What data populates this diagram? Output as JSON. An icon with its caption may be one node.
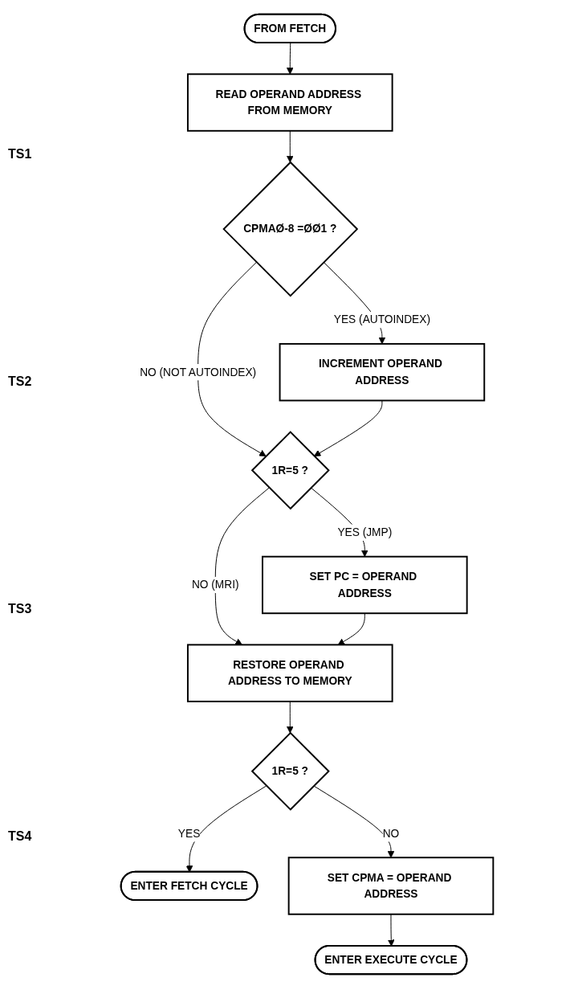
{
  "diagram": {
    "nodes": [
      {
        "text": [
          "FROM FETCH"
        ]
      },
      {
        "text": [
          "READ OPERAND ADDRESS FROM MEMORY"
        ]
      },
      {
        "text": [
          "CPMAØ-8 =ØØ1 ?"
        ]
      },
      {
        "text": [
          "INCREMENT OPERAND ADDRESS"
        ]
      },
      {
        "text": [
          "1R=5 ?"
        ]
      },
      {
        "text": [
          "SET PC = OPERAND ADDRESS"
        ]
      },
      {
        "text": [
          "RESTORE OPERAND ADDRESS TO MEMORY"
        ]
      },
      {
        "text": [
          "1R=5 ?"
        ]
      },
      {
        "text": [
          "ENTER FETCH CYCLE"
        ]
      },
      {
        "text": [
          "SET CPMA = OPERAND ADDRESS"
        ]
      },
      {
        "text": [
          "ENTER EXECUTE CYCLE"
        ]
      }
    ],
    "edges": [
      {
        "from": 0,
        "to": 1,
        "arrow": "to"
      },
      {
        "from": 1,
        "to": 2,
        "arrow": "to"
      },
      {
        "from": 2,
        "to": 3,
        "arrow": "to",
        "label": "YES (AUTOINDEX)"
      },
      {
        "from": 2,
        "to": 4,
        "arrow": "to",
        "label": "NO (NOT AUTOINDEX)"
      },
      {
        "from": 3,
        "to": 4,
        "arrow": "to"
      },
      {
        "from": 4,
        "to": 5,
        "arrow": "to",
        "label": "YES (JMP)"
      },
      {
        "from": 4,
        "to": 6,
        "arrow": "to",
        "label": "NO (MRI)"
      },
      {
        "from": 5,
        "to": 6,
        "arrow": "to"
      },
      {
        "from": 6,
        "to": 7,
        "arrow": "to"
      },
      {
        "from": 7,
        "to": 8,
        "arrow": "to",
        "label": "YES"
      },
      {
        "from": 7,
        "to": 9,
        "arrow": "to",
        "label": "NO"
      },
      {
        "from": 9,
        "to": 10,
        "arrow": "to"
      }
    ],
    "labels": [
      "TS1",
      "TS2",
      "TS3",
      "TS4"
    ]
  }
}
